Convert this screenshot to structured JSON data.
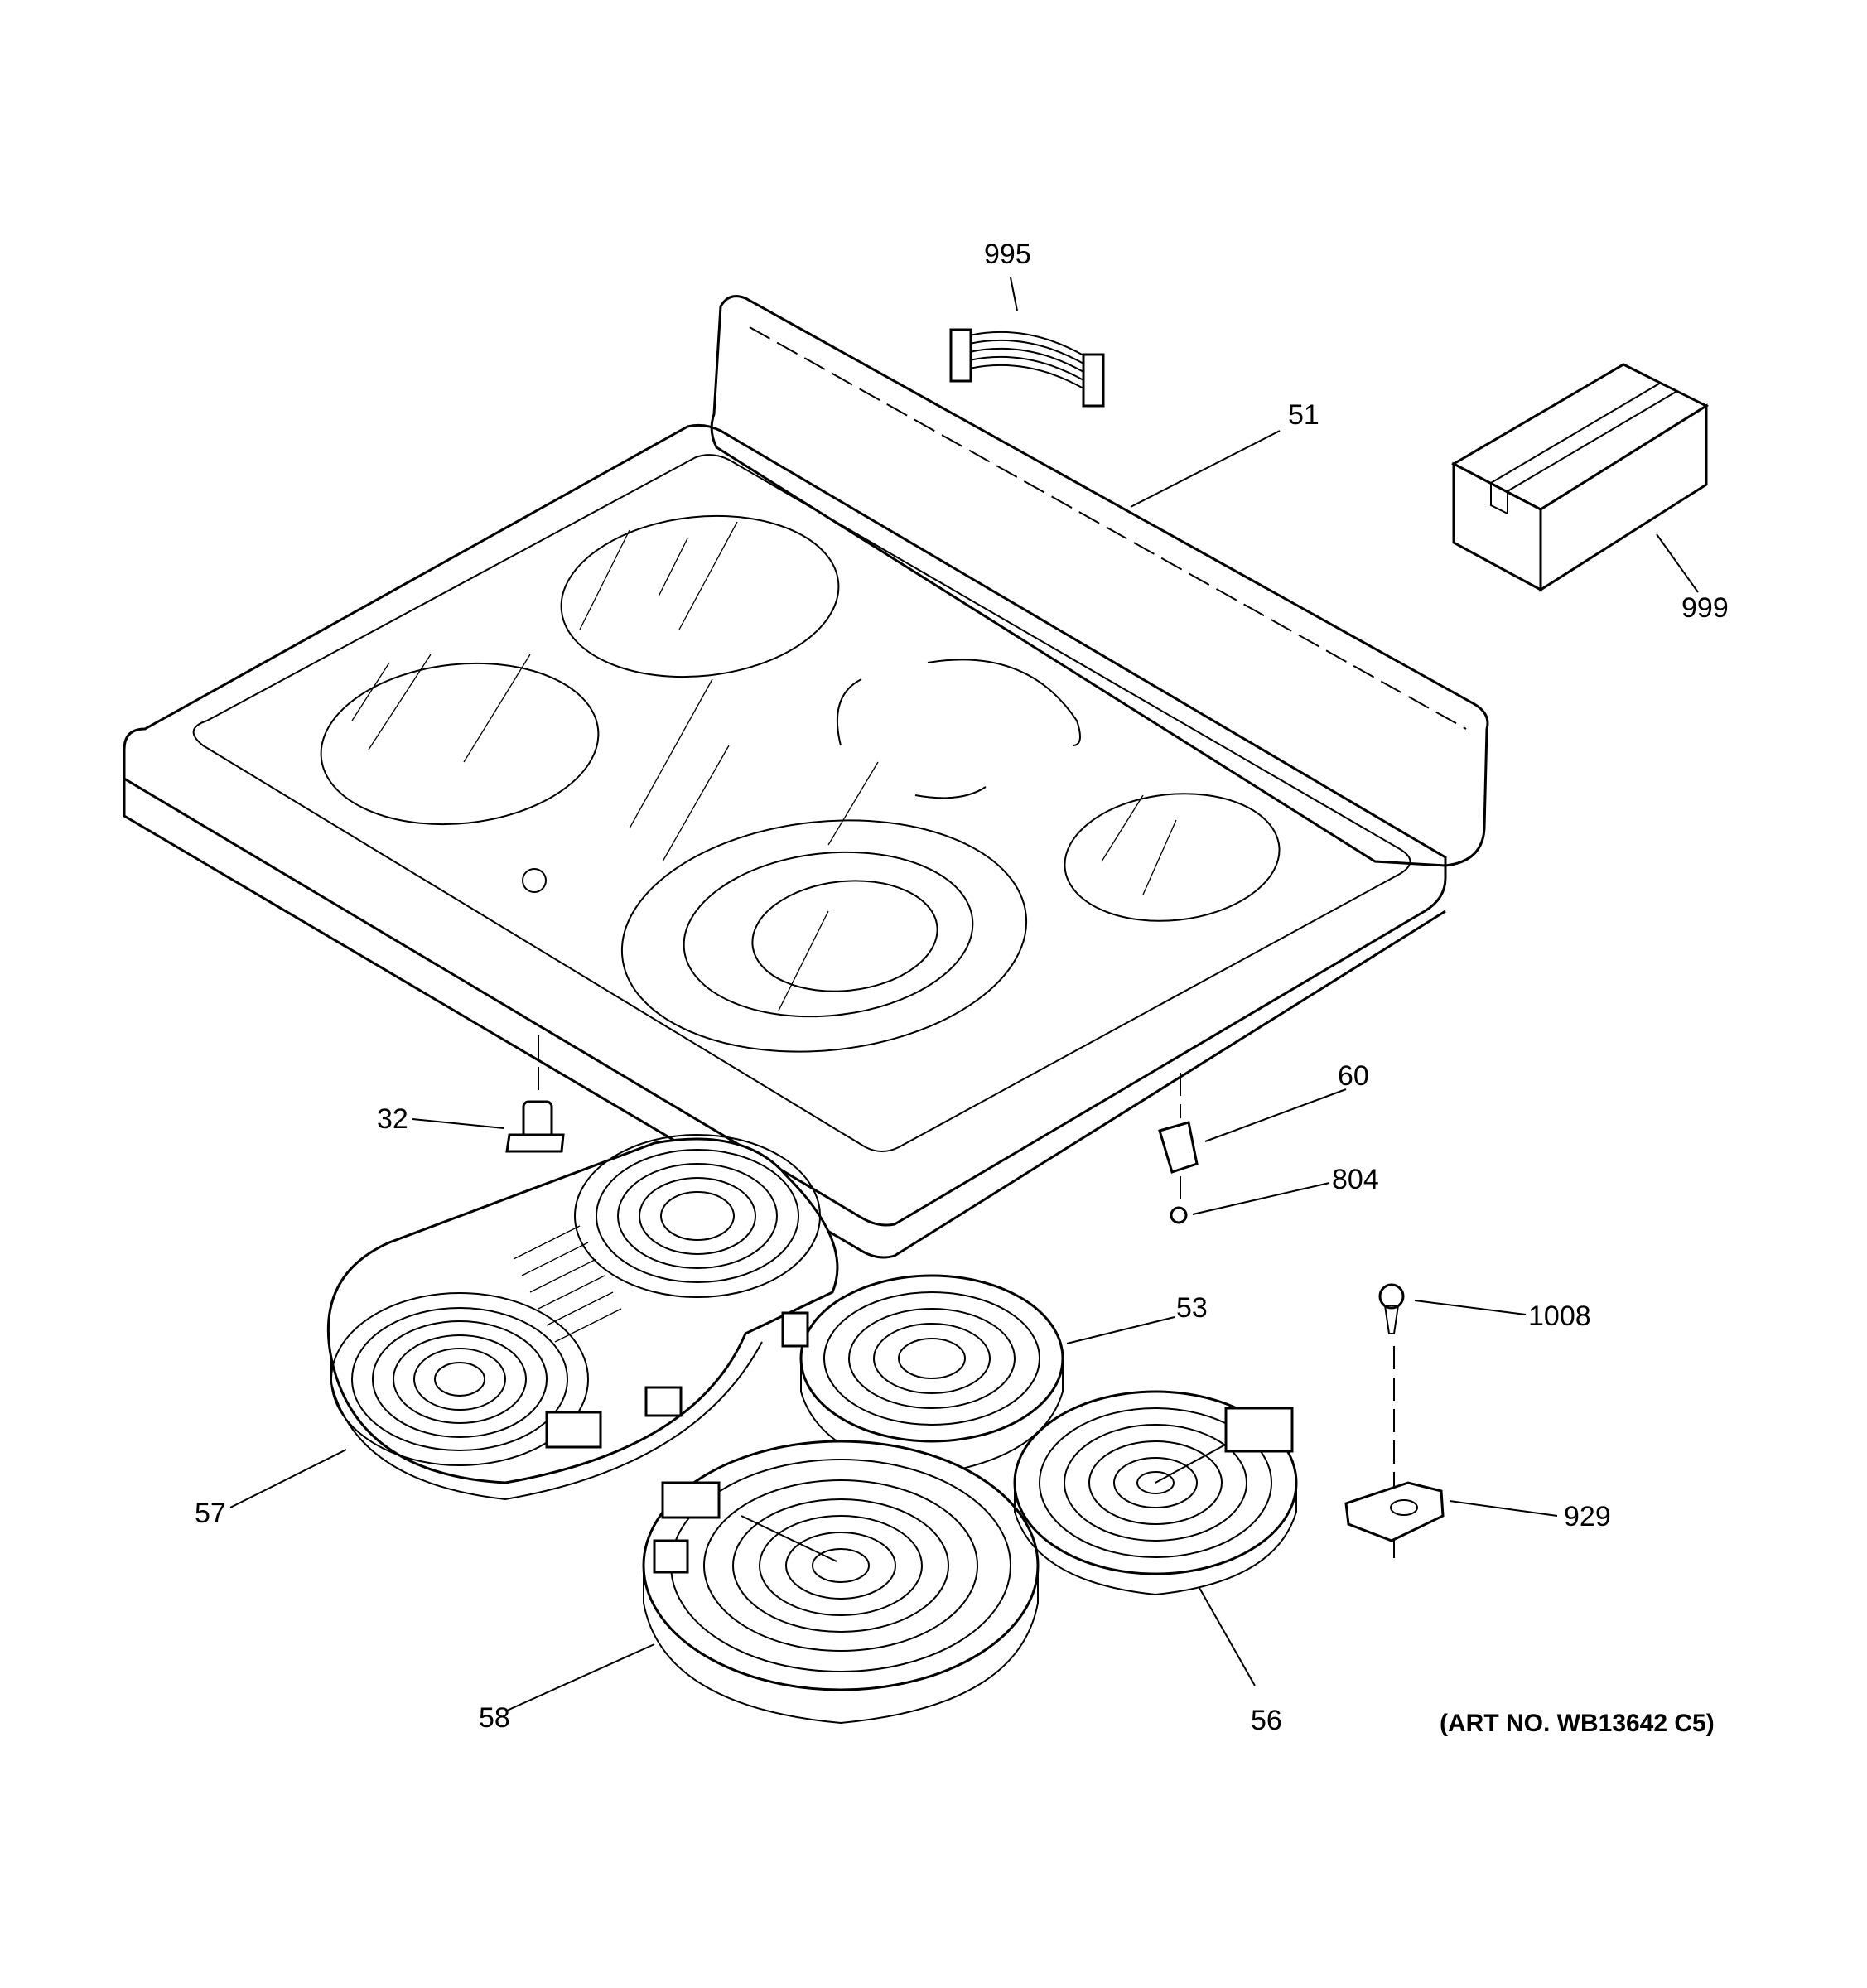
{
  "callouts": {
    "p995": "995",
    "p51": "51",
    "p999": "999",
    "p32": "32",
    "p60": "60",
    "p804": "804",
    "p53": "53",
    "p1008": "1008",
    "p57": "57",
    "p929": "929",
    "p58": "58",
    "p56": "56"
  },
  "art_number": "(ART NO. WB13642 C5)"
}
